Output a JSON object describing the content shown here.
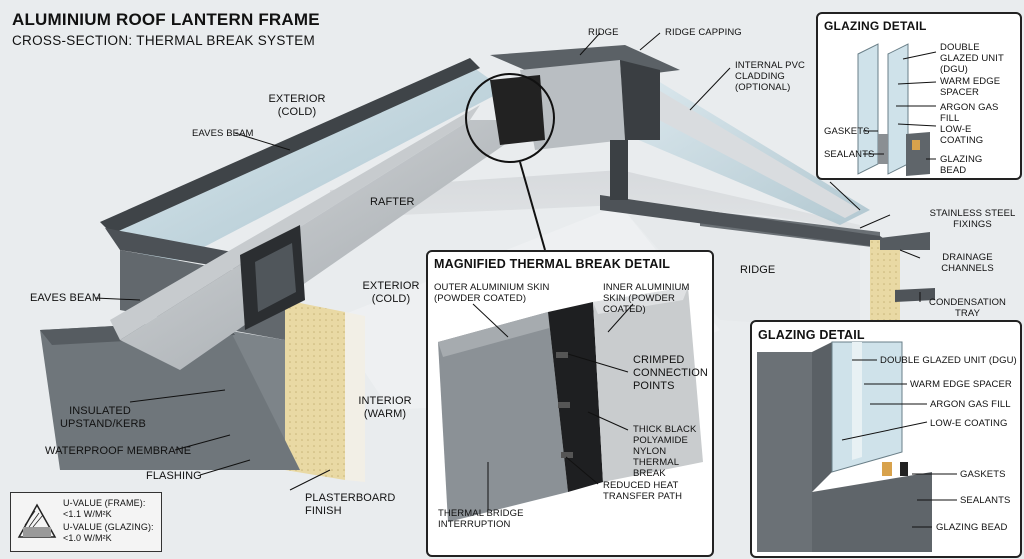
{
  "title": "ALUMINIUM ROOF LANTERN FRAME",
  "subtitle": "CROSS-SECTION: THERMAL BREAK SYSTEM",
  "labels": {
    "ridge": "RIDGE",
    "ridge_capping": "RIDGE CAPPING",
    "internal_pvc": "INTERNAL PVC CLADDING (OPTIONAL)",
    "exterior_top": "EXTERIOR (COLD)",
    "eaves_beam_top": "EAVES BEAM",
    "rafter": "RAFTER",
    "exterior_mid": "EXTERIOR (COLD)",
    "interior": "INTERIOR (WARM)",
    "eaves_beam_left": "EAVES BEAM",
    "insulated": "INSULATED UPSTAND/KERB",
    "membrane": "WATERPROOF MEMBRANE",
    "flashing": "FLASHING",
    "plasterboard": "PLASTERBOARD FINISH",
    "ridge_right": "RIDGE",
    "stainless": "STAINLESS STEEL FIXINGS",
    "drainage": "DRAINAGE CHANNELS",
    "condensation": "CONDENSATION TRAY"
  },
  "glazing_top": {
    "title": "GLAZING DETAIL",
    "items": {
      "dgu": "DOUBLE GLAZED UNIT (DGU)",
      "spacer": "WARM EDGE SPACER",
      "argon": "ARGON GAS FILL",
      "lowe": "LOW-E COATING",
      "gaskets": "GASKETS",
      "sealants": "SEALANTS",
      "bead": "GLAZING BEAD"
    }
  },
  "thermal": {
    "title": "MAGNIFIED THERMAL BREAK DETAIL",
    "outer": "OUTER ALUMINIUM SKIN (POWDER COATED)",
    "inner": "INNER ALUMINIUM SKIN (POWDER COATED)",
    "crimped": "CRIMPED CONNECTION POINTS",
    "thick": "THICK BLACK POLYAMIDE NYLON THERMAL BREAK",
    "reduced": "REDUCED HEAT TRANSFER PATH",
    "interruption": "THERMAL BRIDGE INTERRUPTION"
  },
  "glazing_bottom": {
    "title": "GLAZING DETAIL",
    "items": {
      "dgu": "DOUBLE GLAZED UNIT (DGU)",
      "spacer": "WARM EDGE SPACER",
      "argon": "ARGON GAS FILL",
      "lowe": "LOW-E COATING",
      "gaskets": "GASKETS",
      "sealants": "SEALANTS",
      "bead": "GLAZING BEAD"
    }
  },
  "legend": {
    "u_frame_label": "U-VALUE (FRAME):",
    "u_frame_value": "<1.1 W/m²K",
    "u_glazing_label": "U-VALUE (GLAZING):",
    "u_glazing_value": "<1.0 W/m²K"
  },
  "colors": {
    "aluminium_dark": "#5b6166",
    "aluminium_light": "#b9bec2",
    "glass": "#cfe2ea",
    "thermal_break": "#1a1a1a",
    "insulation": "#e8d9a8"
  }
}
